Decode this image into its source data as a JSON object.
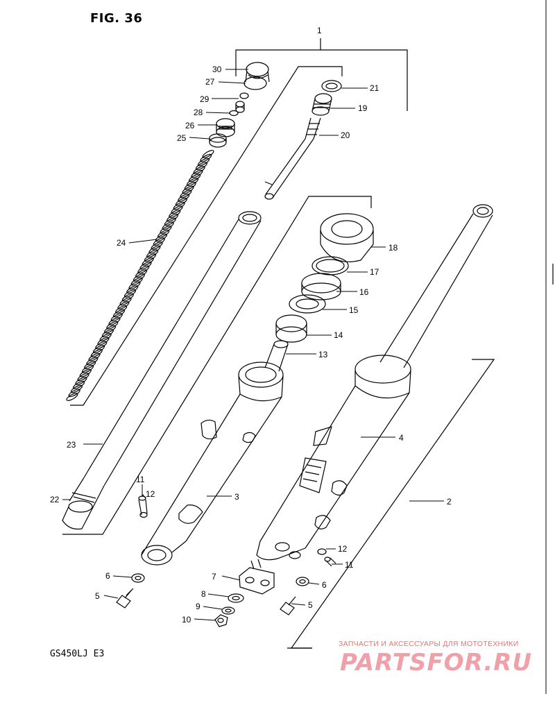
{
  "figure": {
    "title": "FIG. 36",
    "model": "GS450LJ  E3"
  },
  "watermark": {
    "subtitle": "ЗАПЧАСТИ И АКСЕССУАРЫ ДЛЯ МОТОТЕХНИКИ",
    "brand": "PARTSFOR.RU",
    "color": "#f0a0a8"
  },
  "callouts": {
    "c1": "1",
    "c2": "2",
    "c3": "3",
    "c4": "4",
    "c5a": "5",
    "c5b": "5",
    "c6a": "6",
    "c6b": "6",
    "c7": "7",
    "c8": "8",
    "c9": "9",
    "c10": "10",
    "c11a": "11",
    "c11b": "11",
    "c12a": "12",
    "c12b": "12",
    "c13": "13",
    "c14": "14",
    "c15": "15",
    "c16": "16",
    "c17": "17",
    "c18": "18",
    "c19": "19",
    "c20": "20",
    "c21": "21",
    "c22": "22",
    "c23": "23",
    "c24": "24",
    "c25": "25",
    "c26": "26",
    "c27": "27",
    "c28": "28",
    "c29": "29",
    "c30": "30"
  }
}
